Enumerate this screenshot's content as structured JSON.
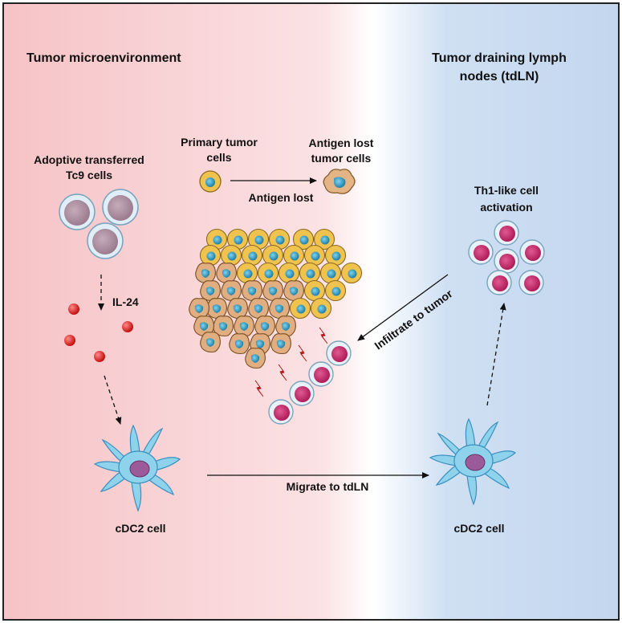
{
  "regions": {
    "left_title": "Tumor microenvironment",
    "right_title_line1": "Tumor draining lymph",
    "right_title_line2": "nodes (tdLN)"
  },
  "labels": {
    "tc9_line1": "Adoptive transferred",
    "tc9_line2": "Tc9 cells",
    "primary_line1": "Primary tumor",
    "primary_line2": "cells",
    "antigen_lost_line1": "Antigen lost",
    "antigen_lost_line2": "tumor cells",
    "antigen_lost_arrow": "Antigen lost",
    "il24": "IL-24",
    "th1_line1": "Th1-like cell",
    "th1_line2": "activation",
    "infiltrate": "Infiltrate to tumor",
    "migrate": "Migrate to tdLN",
    "cdc2_left": "cDC2 cell",
    "cdc2_right": "cDC2 cell"
  },
  "colors": {
    "left_bg": "#f7c9cc",
    "right_bg": "#c6d9f0",
    "tumor_cell": "#f0c24e",
    "tumor_nucleus": "#3aa6c9",
    "t_cell": "#c2205f",
    "tc9_cell": "#a88a9b",
    "cdc2": "#7ccbe8",
    "il24": "#e31b1b",
    "lightning": "#d62020"
  }
}
